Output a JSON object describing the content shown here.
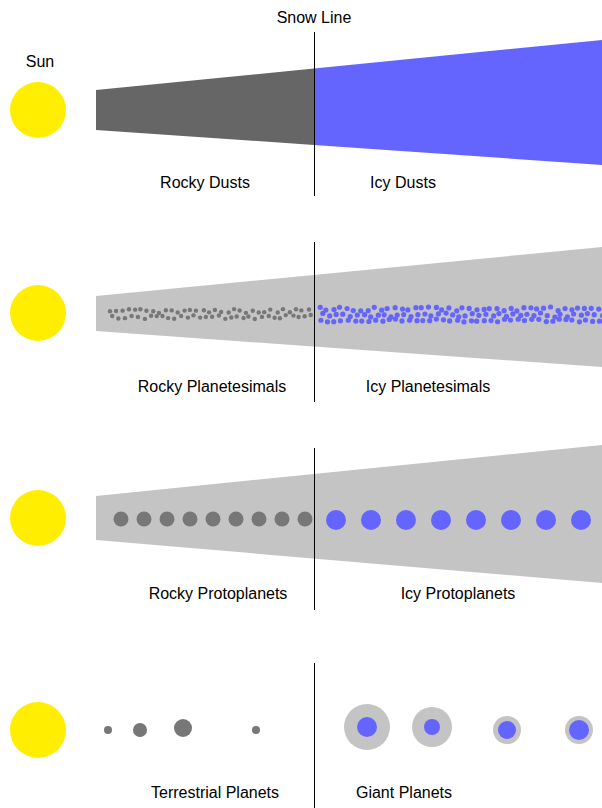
{
  "diagram": {
    "labels": [
      "Snow Line",
      "Sun",
      "Rocky Dusts",
      "Icy Dusts",
      "Rocky Planetesimals",
      "Icy Planetesimals",
      "Rocky Protoplanets",
      "Icy Protoplanets",
      "Terrestrial Planets",
      "Giant Planets"
    ]
  }
}
